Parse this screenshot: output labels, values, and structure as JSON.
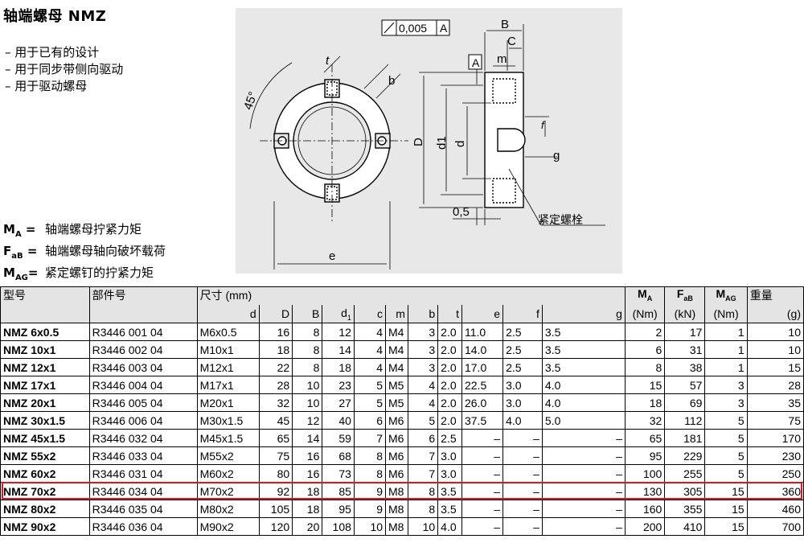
{
  "title": "轴端螺母 NMZ",
  "features": [
    "用于已有的设计",
    "用于同步带侧向驱动",
    "用于驱动螺母"
  ],
  "legend": [
    {
      "sym": "M",
      "sub": "A",
      "text": "轴端螺母拧紧力矩"
    },
    {
      "sym": "F",
      "sub": "aB",
      "text": "轴端螺母轴向破坏载荷"
    },
    {
      "sym": "M",
      "sub": "AG",
      "text": "紧定螺钉的拧紧力矩"
    }
  ],
  "drawing": {
    "tolerance": "0,005",
    "datum": "A",
    "labels": {
      "B": "B",
      "C": "C",
      "A": "A",
      "m": "m",
      "b": "b",
      "t": "t",
      "angle": "45°",
      "D": "D",
      "d1": "d1",
      "d": "d",
      "f": "f",
      "g": "g",
      "gap": "0,5",
      "e": "e",
      "screw": "紧定螺栓"
    }
  },
  "table": {
    "headers": {
      "model": "型号",
      "part": "部件号",
      "dims": "尺寸 (mm)",
      "MA": "M",
      "MA_sub": "A",
      "MA_unit": "(Nm)",
      "FaB": "F",
      "FaB_sub": "aB",
      "FaB_unit": "(kN)",
      "MAG": "M",
      "MAG_sub": "AG",
      "MAG_unit": "(Nm)",
      "weight": "重量",
      "weight_unit": "(g)",
      "cols": [
        "d",
        "D",
        "B",
        "d",
        "c",
        "m",
        "b",
        "t",
        "e",
        "f",
        "g"
      ],
      "d1_sub": "1"
    },
    "rows": [
      [
        "NMZ 6x0.5",
        "R3446 001 04",
        "M6x0.5",
        "16",
        "8",
        "12",
        "4",
        "M4",
        "3",
        "2.0",
        "11.0",
        "2.5",
        "3.5",
        "2",
        "17",
        "1",
        "10"
      ],
      [
        "NMZ 10x1",
        "R3446 002 04",
        "M10x1",
        "18",
        "8",
        "14",
        "4",
        "M4",
        "3",
        "2.0",
        "14.0",
        "2.5",
        "3.5",
        "6",
        "31",
        "1",
        "10"
      ],
      [
        "NMZ 12x1",
        "R3446 003 04",
        "M12x1",
        "22",
        "8",
        "18",
        "4",
        "M4",
        "3",
        "2.0",
        "17.0",
        "2.5",
        "3.5",
        "8",
        "38",
        "1",
        "15"
      ],
      [
        "NMZ 17x1",
        "R3446 004 04",
        "M17x1",
        "28",
        "10",
        "23",
        "5",
        "M5",
        "4",
        "2.0",
        "22.5",
        "3.0",
        "4.0",
        "15",
        "57",
        "3",
        "28"
      ],
      [
        "NMZ 20x1",
        "R3446 005 04",
        "M20x1",
        "32",
        "10",
        "27",
        "5",
        "M5",
        "4",
        "2.0",
        "26.0",
        "3.0",
        "4.0",
        "18",
        "69",
        "3",
        "35"
      ],
      [
        "NMZ 30x1.5",
        "R3446 006 04",
        "M30x1.5",
        "45",
        "12",
        "40",
        "6",
        "M6",
        "5",
        "2.0",
        "37.5",
        "4.0",
        "5.0",
        "32",
        "112",
        "5",
        "75"
      ],
      [
        "NMZ 45x1.5",
        "R3446 032 04",
        "M45x1.5",
        "65",
        "14",
        "59",
        "7",
        "M6",
        "6",
        "2.5",
        "–",
        "–",
        "–",
        "65",
        "181",
        "5",
        "170"
      ],
      [
        "NMZ 55x2",
        "R3446 033 04",
        "M55x2",
        "75",
        "16",
        "68",
        "8",
        "M6",
        "7",
        "3.0",
        "–",
        "–",
        "–",
        "95",
        "229",
        "5",
        "230"
      ],
      [
        "NMZ 60x2",
        "R3446 031 04",
        "M60x2",
        "80",
        "16",
        "73",
        "8",
        "M6",
        "7",
        "3.0",
        "–",
        "–",
        "–",
        "100",
        "255",
        "5",
        "250"
      ],
      [
        "NMZ 70x2",
        "R3446 034 04",
        "M70x2",
        "92",
        "18",
        "85",
        "9",
        "M8",
        "8",
        "3.5",
        "–",
        "–",
        "–",
        "130",
        "305",
        "15",
        "360"
      ],
      [
        "NMZ 80x2",
        "R3446 035 04",
        "M80x2",
        "105",
        "18",
        "95",
        "9",
        "M8",
        "8",
        "3.5",
        "–",
        "–",
        "–",
        "160",
        "355",
        "15",
        "460"
      ],
      [
        "NMZ 90x2",
        "R3446 036 04",
        "M90x2",
        "120",
        "20",
        "108",
        "10",
        "M8",
        "10",
        "4.0",
        "–",
        "–",
        "–",
        "200",
        "410",
        "15",
        "700"
      ]
    ]
  }
}
